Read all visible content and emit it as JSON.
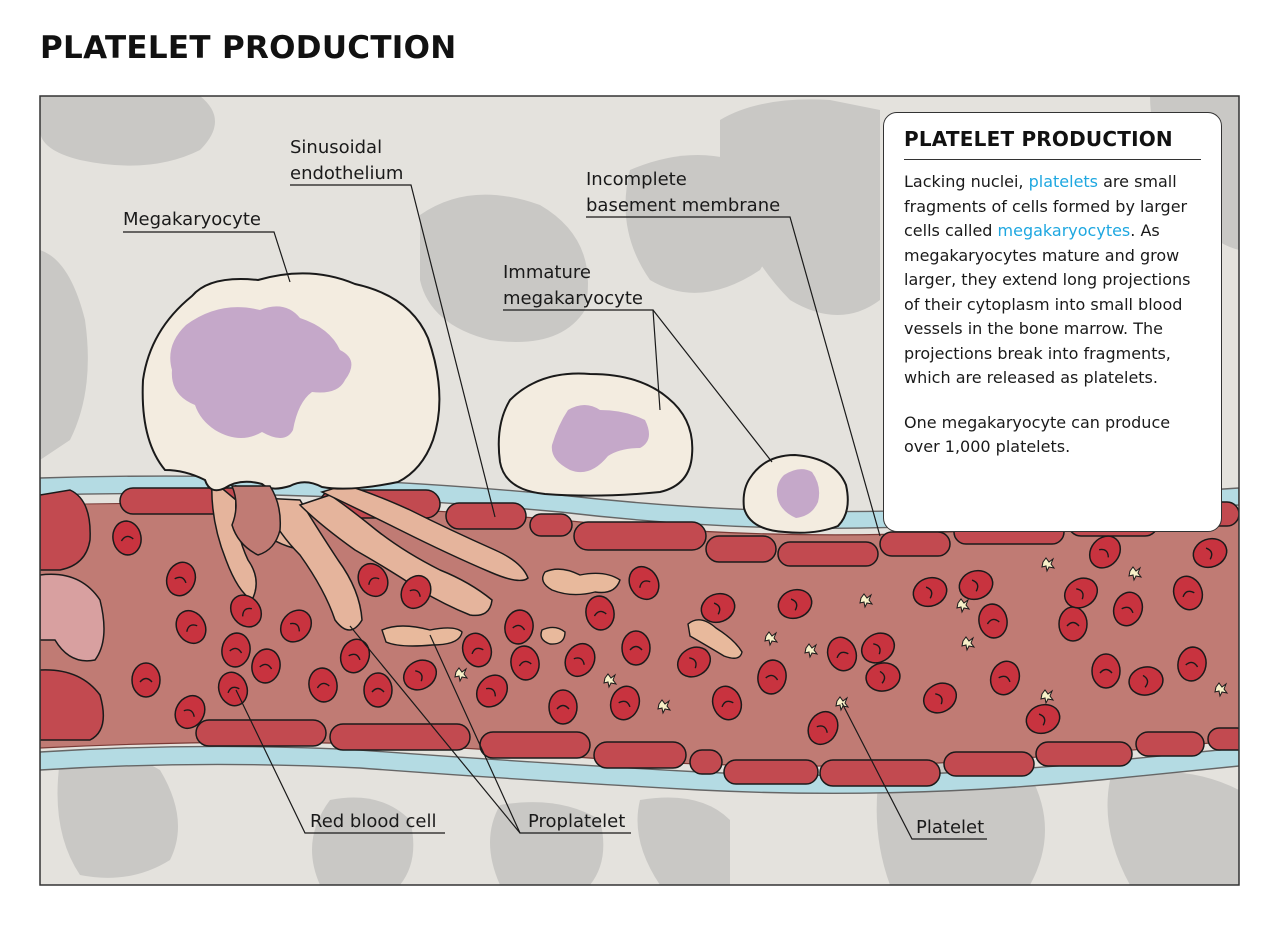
{
  "title": "PLATELET PRODUCTION",
  "labels": {
    "megakaryocyte": "Megakaryocyte",
    "sinusoidal_1": "Sinusoidal",
    "sinusoidal_2": "endothelium",
    "incomplete_1": "Incomplete",
    "incomplete_2": "basement membrane",
    "immature_1": "Immature",
    "immature_2": "megakaryocyte",
    "red_blood_cell": "Red blood cell",
    "proplatelet": "Proplatelet",
    "platelet": "Platelet"
  },
  "info": {
    "title": "PLATELET PRODUCTION",
    "p1_pre": "Lacking nuclei, ",
    "p1_hl1": "platelets",
    "p1_mid": " are small fragments of cells formed by larger cells called ",
    "p1_hl2": "megakaryocytes",
    "p1_post": ". As megakaryocytes mature and grow larger, they extend long projections of their cytoplasm into small blood vessels in the bone marrow. The projections break into fragments, which are released as platelets.",
    "p2": "One megakaryocyte can produce over 1,000 platelets."
  },
  "colors": {
    "background_tissue": "#e4e2dd",
    "tissue_blob": "#c9c8c5",
    "vessel": "#c07b74",
    "red_blood_cell": "#c8333f",
    "endothelium": "#c24a50",
    "basement_membrane": "#b4dbe3",
    "cytoplasm": "#f3ece0",
    "nucleus": "#c5a8c9",
    "proplatelet": "#e8b99c",
    "highlight_text": "#1ea7e0"
  }
}
